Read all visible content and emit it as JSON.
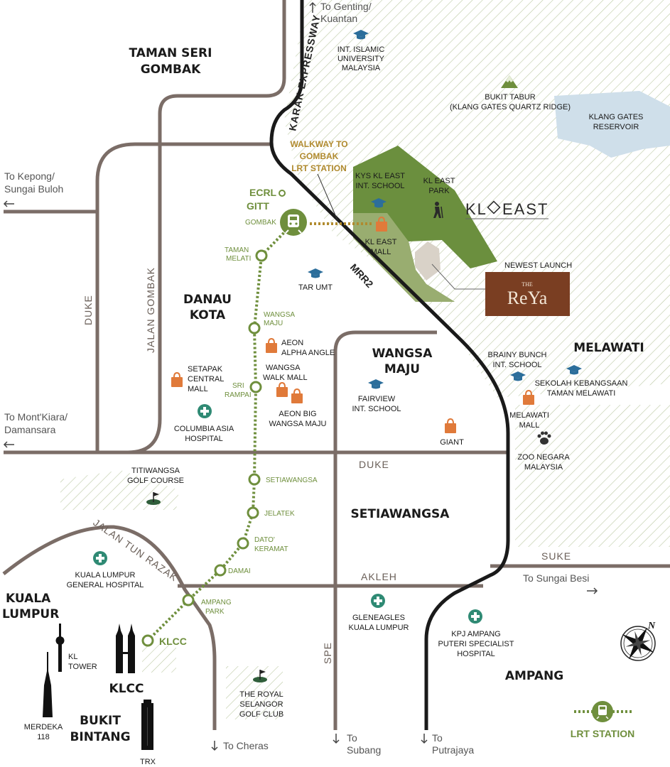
{
  "areas": {
    "taman_seri_gombak": [
      "TAMAN SERI",
      "GOMBAK"
    ],
    "danau_kota": [
      "DANAU",
      "KOTA"
    ],
    "wangsa_maju": [
      "WANGSA",
      "MAJU"
    ],
    "setiawangsa": "SETIAWANGSA",
    "melawati": "MELAWATI",
    "kuala_lumpur": [
      "KUALA",
      "LUMPUR"
    ],
    "klcc": "KLCC",
    "bukit_bintang": [
      "BUKIT",
      "BINTANG"
    ],
    "ampang": "AMPANG"
  },
  "roads": {
    "karak": "KARAK EXPRESSWAY",
    "mrr2": "MRR2",
    "duke_v": "DUKE",
    "jalan_gombak": "JALAN GOMBAK",
    "duke_h": "DUKE",
    "akleh": "AKLEH",
    "suke": "SUKE",
    "spe": "SPE",
    "jalan_tun_razak": "JALAN TUN RAZAK"
  },
  "directions": {
    "genting": [
      "To Genting/",
      "Kuantan"
    ],
    "kepong": [
      "To Kepong/",
      "Sungai Buloh"
    ],
    "montkiara": [
      "To Mont'Kiara/",
      "Damansara"
    ],
    "sungai_besi": "To Sungai Besi",
    "cheras": "To Cheras",
    "subang": [
      "To",
      "Subang"
    ],
    "putrajaya": [
      "To",
      "Putrajaya"
    ]
  },
  "stations": {
    "ecrl": "ECRL",
    "gitt": "GITT",
    "gombak": "GOMBAK",
    "taman_melati": [
      "TAMAN",
      "MELATI"
    ],
    "wangsa_maju": [
      "WANGSA",
      "MAJU"
    ],
    "sri_rampai": [
      "SRI",
      "RAMPAI"
    ],
    "setiawangsa": "SETIAWANGSA",
    "jelatek": "JELATEK",
    "dato_keramat": [
      "DATO'",
      "KERAMAT"
    ],
    "damai": "DAMAI",
    "ampang_park": [
      "AMPANG",
      "PARK"
    ],
    "klcc": "KLCC"
  },
  "pois": {
    "iium": [
      "INT. ISLAMIC",
      "UNIVERSITY",
      "MALAYSIA"
    ],
    "bukit_tabur": [
      "BUKIT TABUR",
      "(KLANG GATES QUARTZ RIDGE)"
    ],
    "klang_gates": [
      "KLANG GATES",
      "RESERVOIR"
    ],
    "walkway": [
      "WALKWAY TO",
      "GOMBAK",
      "LRT STATION"
    ],
    "kys": [
      "KYS KL EAST",
      "INT. SCHOOL"
    ],
    "kl_east_park": [
      "KL EAST",
      "PARK"
    ],
    "kl_east_mall": [
      "KL EAST",
      "MALL"
    ],
    "newest_launch": "NEWEST LAUNCH",
    "tar_umt": "TAR UMT",
    "aeon_alpha": [
      "AEON",
      "ALPHA ANGLE"
    ],
    "wangsa_walk": [
      "WANGSA",
      "WALK MALL"
    ],
    "aeon_big": [
      "AEON BIG",
      "WANGSA MAJU"
    ],
    "setapak_central": [
      "SETAPAK",
      "CENTRAL",
      "MALL"
    ],
    "columbia_asia": [
      "COLUMBIA ASIA",
      "HOSPITAL"
    ],
    "fairview": [
      "FAIRVIEW",
      "INT. SCHOOL"
    ],
    "giant": "GIANT",
    "brainy_bunch": [
      "BRAINY BUNCH",
      "INT. SCHOOL"
    ],
    "sk_melawati": [
      "SEKOLAH KEBANGSAAN",
      "TAMAN MELAWATI"
    ],
    "melawati_mall": [
      "MELAWATI",
      "MALL"
    ],
    "zoo": [
      "ZOO NEGARA",
      "MALAYSIA"
    ],
    "titiwangsa": [
      "TITIWANGSA",
      "GOLF COURSE"
    ],
    "klgh": [
      "KUALA LUMPUR",
      "GENERAL HOSPITAL"
    ],
    "gleneagles": [
      "GLENEAGLES",
      "KUALA LUMPUR"
    ],
    "kpj": [
      "KPJ AMPANG",
      "PUTERI SPECIALIST",
      "HOSPITAL"
    ],
    "kl_tower": [
      "KL",
      "TOWER"
    ],
    "merdeka": [
      "MERDEKA",
      "118"
    ],
    "royal_selangor": [
      "THE ROYAL",
      "SELANGOR",
      "GOLF CLUB"
    ],
    "trx": "TRX"
  },
  "brand": {
    "kl_east_logo": [
      "KL",
      "EAST"
    ],
    "reya_small": "THE",
    "reya_big": "ReYa"
  },
  "legend": {
    "lrt_station": "LRT STATION"
  },
  "compass": {
    "north": "N"
  },
  "icons": {
    "school": "graduation-cap-icon",
    "mall": "shopping-bag-icon",
    "hospital": "medical-cross-icon",
    "golf": "golf-flag-icon",
    "park": "hiker-icon",
    "zoo": "paw-icon",
    "mountain": "mountain-icon",
    "train": "train-icon",
    "compass": "compass-rose-icon"
  },
  "colors": {
    "road": "#7b6d67",
    "highway": "#1a1a1a",
    "lrt": "#6f8f3d",
    "school": "#2c6e9b",
    "mall": "#e07a3a",
    "hospital": "#2f8a74",
    "reya": "#7a3e22",
    "water": "#cfdfea",
    "gold": "#b08a2e",
    "kl_east_dark": "#6b8f3e",
    "kl_east_light": "#99ad70"
  }
}
